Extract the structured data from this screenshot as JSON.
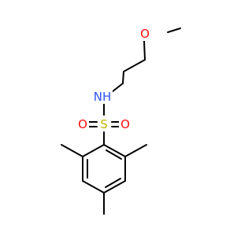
{
  "molecule": {
    "atoms": [
      {
        "id": "O_methoxy",
        "label": "O",
        "color": "#ff0d0d"
      },
      {
        "id": "NH",
        "label": "NH",
        "color": "#3050f8"
      },
      {
        "id": "S",
        "label": "S",
        "color": "#c8b400"
      },
      {
        "id": "O_left",
        "label": "O",
        "color": "#ff0d0d"
      },
      {
        "id": "O_right",
        "label": "O",
        "color": "#ff0d0d"
      }
    ],
    "bond_color": "#000000"
  }
}
